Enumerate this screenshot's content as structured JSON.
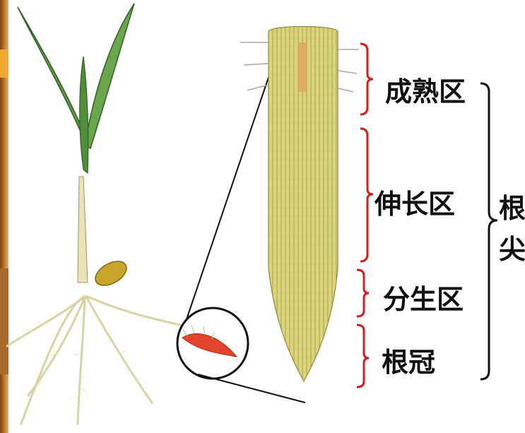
{
  "labels": {
    "zone_maturation": "成熟区",
    "zone_elongation": "伸长区",
    "zone_meristem": "分生区",
    "zone_rootcap": "根冠",
    "root_tip_char1": "根",
    "root_tip_char2": "尖"
  },
  "colors": {
    "bracket_red": "#d21e1e",
    "bracket_black": "#111111",
    "root_fill": "#d9d37a",
    "root_hatch": "#a9a445",
    "leaf_green": "#4f8f3b",
    "seed": "#c4a22a",
    "tip_red": "#e2452c",
    "left_strip": "#b8702a"
  }
}
